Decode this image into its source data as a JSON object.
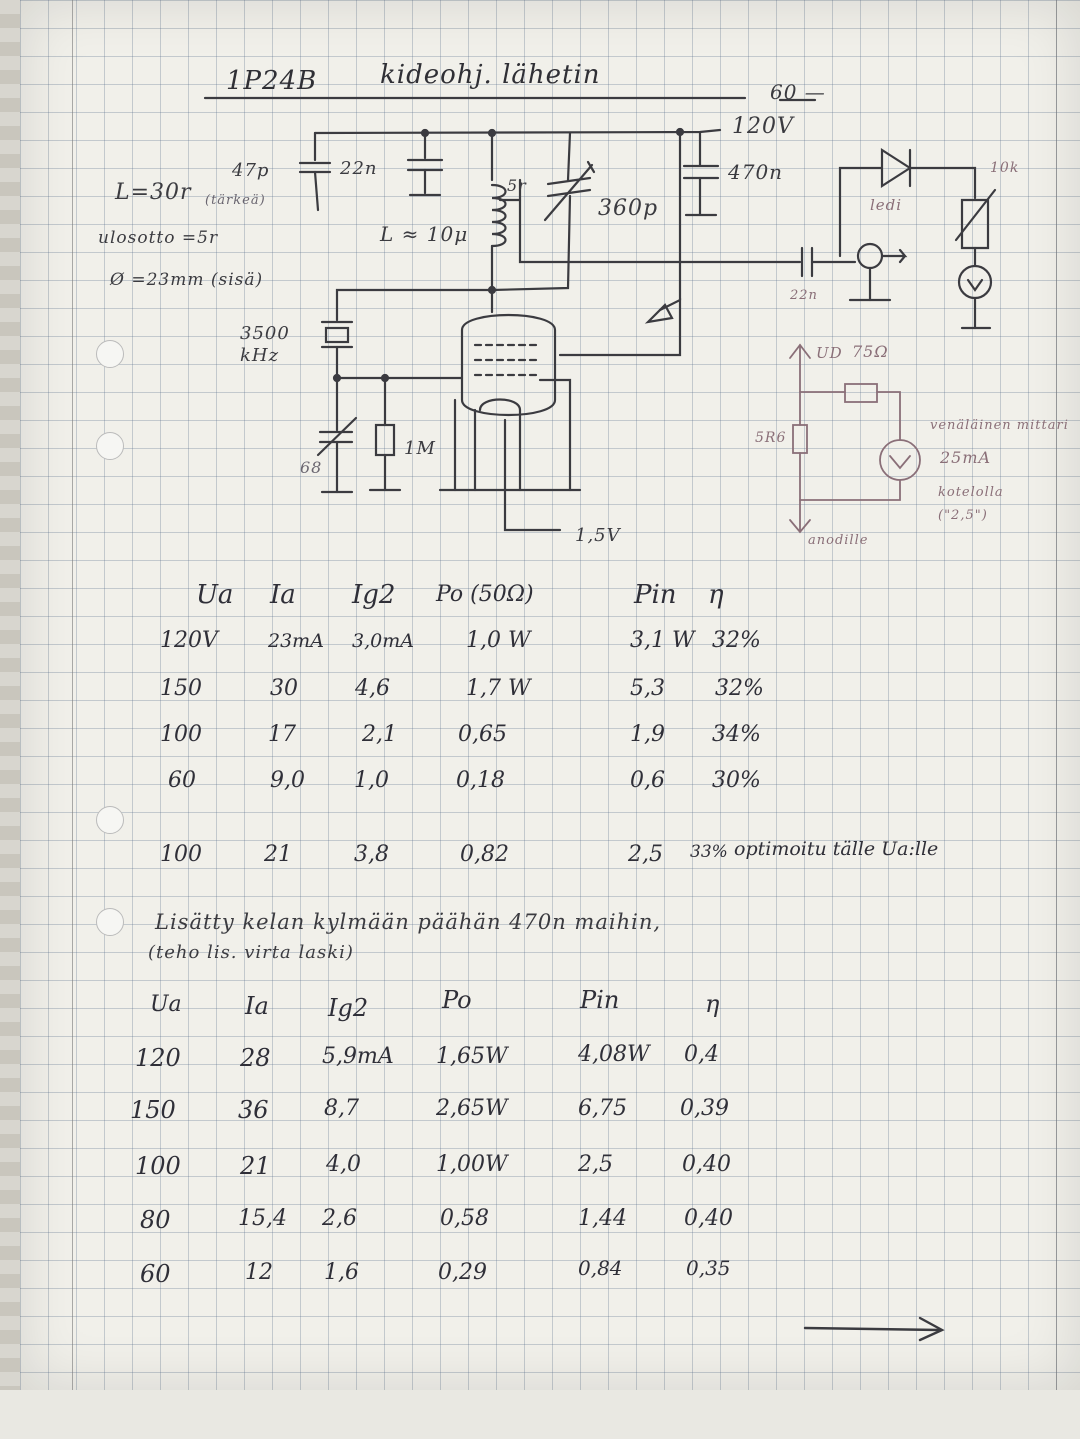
{
  "title": {
    "tube": "1P24B",
    "subtitle": "kideohj. lähetin"
  },
  "schematic": {
    "labels": {
      "supply_top": "60 —",
      "supply_main": "120V",
      "coil_l": "L=30r",
      "coil_tap_note": "(tärkeä)",
      "cap_47": "47p",
      "cap_22n_top": "22n",
      "coil_out": "ulosotto =5r",
      "coil_dia": "Ø =23mm (sisä)",
      "coil_ind": "L ≈ 10μ",
      "turns_5": "5r",
      "cap_360": "360p",
      "cap_470n": "470n",
      "led": "ledi",
      "pot_10k": "10k",
      "cap_22n_out": "22n",
      "crystal": "3500 kHz",
      "trimmer_68": "68",
      "res_1m": "1M",
      "filament": "1,5V",
      "res_5r6": "5R6",
      "res_75": "75Ω",
      "ud": "UD",
      "meter_note_1": "venäläinen mittari",
      "meter_note_2": "25mA",
      "meter_note_3": "kotelolla",
      "meter_note_4": "(\"2,5\")",
      "anode": "anodille"
    }
  },
  "table1": {
    "headers": [
      "Ua",
      "Ia",
      "Ig2",
      "Po (50Ω)",
      "Pin",
      "η"
    ],
    "rows": [
      [
        "120V",
        "23mA",
        "3,0mA",
        "1,0 W",
        "3,1 W",
        "32%"
      ],
      [
        "150",
        "30",
        "4,6",
        "1,7 W",
        "5,3",
        "32%"
      ],
      [
        "100",
        "17",
        "2,1",
        "0,65",
        "1,9",
        "34%"
      ],
      [
        "60",
        "9,0",
        "1,0",
        "0,18",
        "0,6",
        "30%"
      ]
    ],
    "extra_row": [
      "100",
      "21",
      "3,8",
      "0,82",
      "2,5",
      "33%"
    ],
    "extra_note": "optimoitu tälle Ua:lle"
  },
  "note": {
    "line1": "Lisätty kelan kylmään päähän 470n maihin,",
    "line2": "(teho lis. virta laski)"
  },
  "table2": {
    "headers": [
      "Ua",
      "Ia",
      "Ig2",
      "Po",
      "Pin",
      "η"
    ],
    "rows": [
      [
        "120",
        "28",
        "5,9mA",
        "1,65W",
        "4,08W",
        "0,4"
      ],
      [
        "150",
        "36",
        "8,7",
        "2,65W",
        "6,75",
        "0,39"
      ],
      [
        "100",
        "21",
        "4,0",
        "1,00W",
        "2,5",
        "0,40"
      ],
      [
        "80",
        "15,4",
        "2,6",
        "0,58",
        "1,44",
        "0,40"
      ],
      [
        "60",
        "12",
        "1,6",
        "0,29",
        "0,84",
        "0,35"
      ]
    ]
  },
  "colors": {
    "ink": "#2f2f38",
    "grid": "#5a6e8c",
    "paper": "#f1f0ea"
  }
}
